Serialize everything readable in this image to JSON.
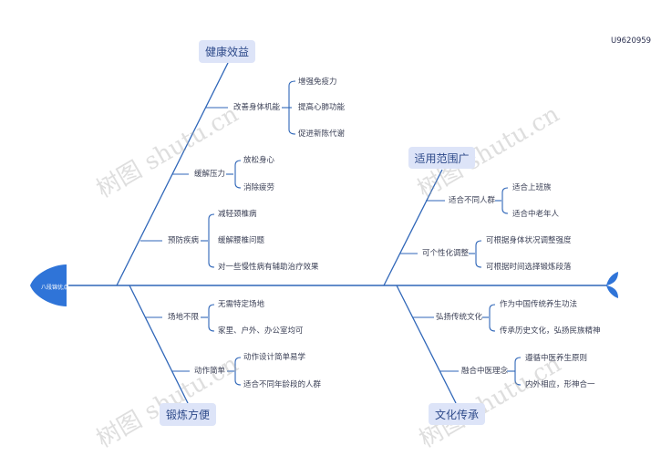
{
  "diagram": {
    "type": "fishbone",
    "head": {
      "label": "八段锦优点",
      "color": "#2f74d8"
    },
    "code": "U9620959",
    "line_color": "#2f66b8",
    "category_bg": "#dde4f8",
    "categories": [
      {
        "label": "健康效益",
        "position": "top-left",
        "causes": [
          {
            "label": "改善身体机能",
            "items": [
              "增强免疫力",
              "提高心肺功能",
              "促进新陈代谢"
            ]
          },
          {
            "label": "缓解压力",
            "items": [
              "放松身心",
              "消除疲劳"
            ]
          },
          {
            "label": "预防疾病",
            "items": [
              "减轻颈椎病",
              "缓解腰椎问题",
              "对一些慢性病有辅助治疗效果"
            ]
          }
        ]
      },
      {
        "label": "锻炼方便",
        "position": "bottom-left",
        "causes": [
          {
            "label": "场地不限",
            "items": [
              "无需特定场地",
              "家里、户外、办公室均可"
            ]
          },
          {
            "label": "动作简单",
            "items": [
              "动作设计简单易学",
              "适合不同年龄段的人群"
            ]
          }
        ]
      },
      {
        "label": "适用范围广",
        "position": "top-right",
        "causes": [
          {
            "label": "适合不同人群",
            "items": [
              "适合上班族",
              "适合中老年人"
            ]
          },
          {
            "label": "可个性化调整",
            "items": [
              "可根据身体状况调整强度",
              "可根据时间选择锻炼段落"
            ]
          }
        ]
      },
      {
        "label": "文化传承",
        "position": "bottom-right",
        "causes": [
          {
            "label": "弘扬传统文化",
            "items": [
              "作为中国传统养生功法",
              "传承历史文化，弘扬民族精神"
            ]
          },
          {
            "label": "融合中医理念",
            "items": [
              "遵循中医养生原则",
              "内外相应，形神合一"
            ]
          }
        ]
      }
    ],
    "watermark": "树图 shutu.cn"
  }
}
